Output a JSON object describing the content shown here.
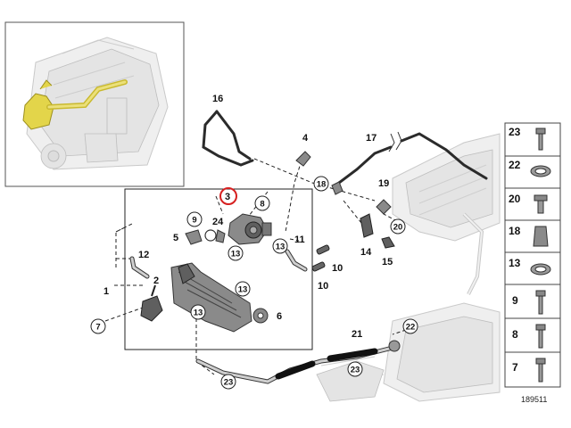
{
  "diagram": {
    "reference_number": "189511",
    "callouts": {
      "c16": "16",
      "c4": "4",
      "c17": "17",
      "c18": "18",
      "c19": "19",
      "c20": "20",
      "c3": "3",
      "c8": "8",
      "c9": "9",
      "c24": "24",
      "c5": "5",
      "c13a": "13",
      "c13b": "13",
      "c11": "11",
      "c12": "12",
      "c14": "14",
      "c15": "15",
      "c10a": "10",
      "c10b": "10",
      "c1": "1",
      "c2": "2",
      "c13c": "13",
      "c13d": "13",
      "c6": "6",
      "c7": "7",
      "c21": "21",
      "c22": "22",
      "c23a": "23",
      "c23b": "23"
    },
    "highlighted_callout": "3",
    "parts_column": [
      "23",
      "22",
      "20",
      "18",
      "13",
      "9",
      "8",
      "7"
    ]
  },
  "colors": {
    "highlight_ring": "#d62020",
    "engine_highlight": "#e3d54a"
  }
}
